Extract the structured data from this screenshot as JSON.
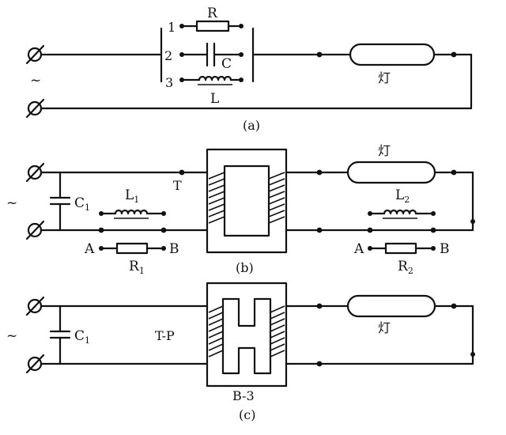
{
  "figure_a": {
    "caption": "(a)",
    "switch_positions": [
      "1",
      "2",
      "3"
    ],
    "resistor_label": "R",
    "capacitor_label": "C",
    "inductor_label": "L",
    "lamp_label": "灯",
    "ac_symbol": "~"
  },
  "figure_b": {
    "caption": "(b)",
    "capacitor_label": "C",
    "capacitor_sub": "1",
    "inductor1_label": "L",
    "inductor1_sub": "1",
    "inductor2_label": "L",
    "inductor2_sub": "2",
    "resistor1_label": "R",
    "resistor1_sub": "1",
    "resistor2_label": "R",
    "resistor2_sub": "2",
    "tap_label": "T",
    "left_A": "A",
    "left_B": "B",
    "right_A": "A",
    "right_B": "B",
    "lamp_label": "灯",
    "ac_symbol": "~"
  },
  "figure_c": {
    "caption": "(c)",
    "capacitor_label": "C",
    "capacitor_sub": "1",
    "tap_label": "T-P",
    "core_label": "B-3",
    "lamp_label": "灯",
    "ac_symbol": "~"
  }
}
